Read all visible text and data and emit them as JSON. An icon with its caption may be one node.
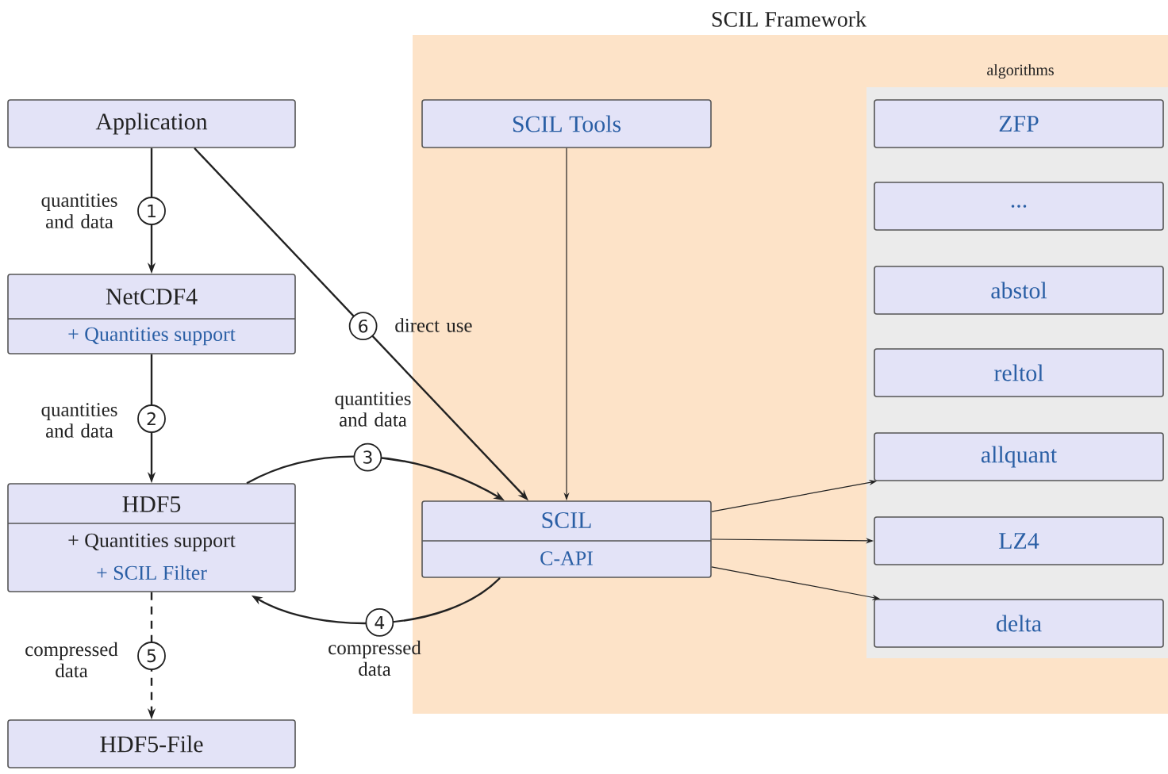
{
  "diagram": {
    "nodes": [
      {
        "text": [
          "SCIL Framework"
        ]
      },
      {
        "text": [
          "algorithms"
        ],
        "in": 0
      },
      {
        "text": [
          "Application"
        ]
      },
      {
        "text": [
          "NetCDF4",
          "+ Quantities support"
        ]
      },
      {
        "text": [
          "HDF5",
          "+ Quantities support",
          "+ SCIL Filter"
        ]
      },
      {
        "text": [
          "HDF5-File"
        ]
      },
      {
        "text": [
          "SCIL Tools"
        ],
        "in": 0
      },
      {
        "text": [
          "SCIL",
          "C-API"
        ],
        "in": 0
      },
      {
        "text": [
          "ZFP"
        ],
        "in": 1
      },
      {
        "text": [
          "..."
        ],
        "in": 1
      },
      {
        "text": [
          "abstol"
        ],
        "in": 1
      },
      {
        "text": [
          "reltol"
        ],
        "in": 1
      },
      {
        "text": [
          "allquant"
        ],
        "in": 1
      },
      {
        "text": [
          "LZ4"
        ],
        "in": 1
      },
      {
        "text": [
          "delta"
        ],
        "in": 1
      }
    ],
    "edges": [
      {
        "from": 2,
        "to": 3,
        "arrow": "to",
        "label": "1"
      },
      {
        "from": 3,
        "to": 4,
        "arrow": "to",
        "label": "2"
      },
      {
        "from": 4,
        "to": 7,
        "arrow": "to",
        "label": "3"
      },
      {
        "from": 7,
        "to": 4,
        "arrow": "to",
        "label": "4"
      },
      {
        "from": 4,
        "to": 5,
        "arrow": "to",
        "label": "5",
        "style": "dashed"
      },
      {
        "from": 2,
        "to": 7,
        "arrow": "to",
        "label": "6"
      },
      {
        "from": 6,
        "to": 7,
        "arrow": "to"
      },
      {
        "from": 7,
        "to": 12,
        "arrow": "to"
      },
      {
        "from": 7,
        "to": 13,
        "arrow": "to"
      },
      {
        "from": 7,
        "to": 14,
        "arrow": "to"
      }
    ],
    "labels": [
      "quantities and data",
      "direct use",
      "quantities and data",
      "quantities and data",
      "compressed data",
      "compressed data"
    ]
  }
}
